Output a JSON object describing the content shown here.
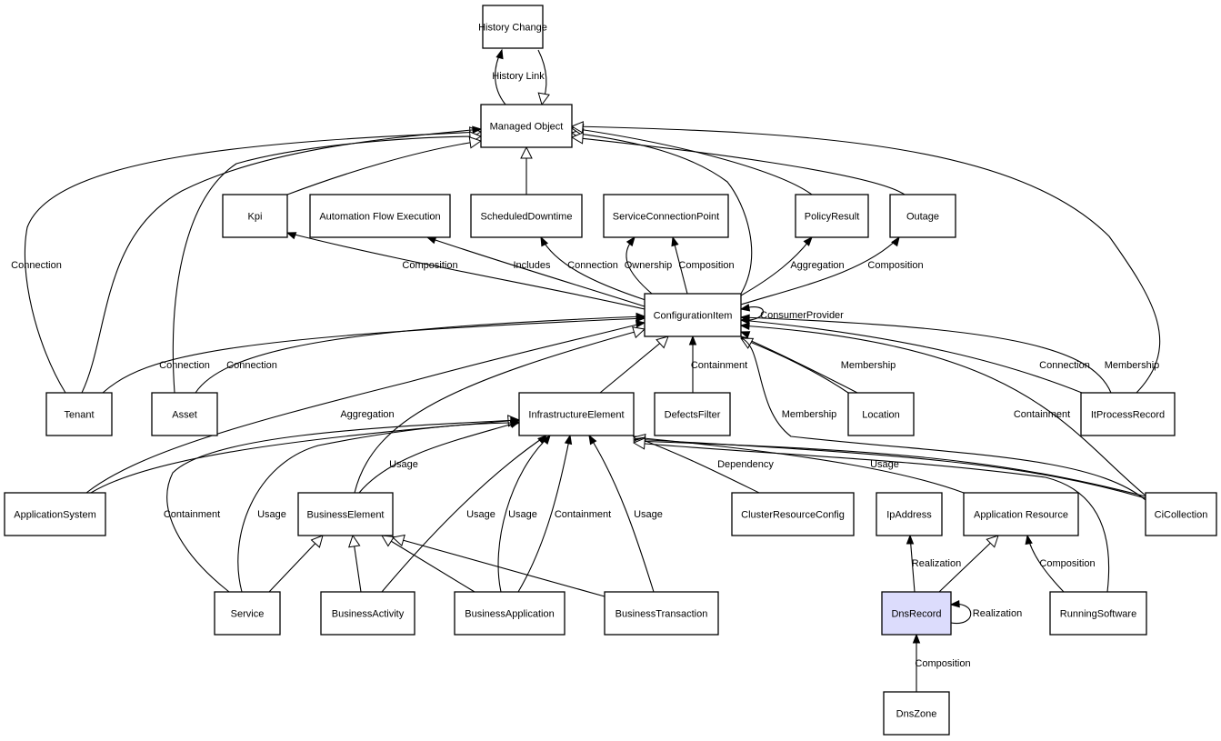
{
  "diagram": {
    "highlight_color": "#dcdcfc",
    "nodes": [
      {
        "id": "history_change",
        "label": "History Change"
      },
      {
        "id": "managed_object",
        "label": "Managed Object"
      },
      {
        "id": "kpi",
        "label": "Kpi"
      },
      {
        "id": "automation_flow_execution",
        "label": "Automation Flow Execution"
      },
      {
        "id": "scheduled_downtime",
        "label": "ScheduledDowntime"
      },
      {
        "id": "service_connection_point",
        "label": "ServiceConnectionPoint"
      },
      {
        "id": "policy_result",
        "label": "PolicyResult"
      },
      {
        "id": "outage",
        "label": "Outage"
      },
      {
        "id": "configuration_item",
        "label": "ConfigurationItem"
      },
      {
        "id": "tenant",
        "label": "Tenant"
      },
      {
        "id": "asset",
        "label": "Asset"
      },
      {
        "id": "infrastructure_element",
        "label": "InfrastructureElement"
      },
      {
        "id": "defects_filter",
        "label": "DefectsFilter"
      },
      {
        "id": "location",
        "label": "Location"
      },
      {
        "id": "it_process_record",
        "label": "ItProcessRecord"
      },
      {
        "id": "application_system",
        "label": "ApplicationSystem"
      },
      {
        "id": "business_element",
        "label": "BusinessElement"
      },
      {
        "id": "cluster_resource_config",
        "label": "ClusterResourceConfig"
      },
      {
        "id": "ip_address",
        "label": "IpAddress"
      },
      {
        "id": "application_resource",
        "label": "Application Resource"
      },
      {
        "id": "ci_collection",
        "label": "CiCollection"
      },
      {
        "id": "service",
        "label": "Service"
      },
      {
        "id": "business_activity",
        "label": "BusinessActivity"
      },
      {
        "id": "business_application",
        "label": "BusinessApplication"
      },
      {
        "id": "business_transaction",
        "label": "BusinessTransaction"
      },
      {
        "id": "dns_record",
        "label": "DnsRecord",
        "highlighted": true
      },
      {
        "id": "running_software",
        "label": "RunningSoftware"
      },
      {
        "id": "dns_zone",
        "label": "DnsZone"
      }
    ],
    "edges": [
      {
        "from": "managed_object",
        "to": "history_change",
        "label": "History Link",
        "type": "association"
      },
      {
        "from": "history_change",
        "to": "managed_object",
        "label": "",
        "type": "inheritance"
      },
      {
        "from": "tenant",
        "to": "managed_object",
        "label": "",
        "type": "inheritance"
      },
      {
        "from": "asset",
        "to": "managed_object",
        "label": "",
        "type": "inheritance"
      },
      {
        "from": "kpi",
        "to": "managed_object",
        "label": "",
        "type": "inheritance"
      },
      {
        "from": "scheduled_downtime",
        "to": "managed_object",
        "label": "",
        "type": "inheritance"
      },
      {
        "from": "configuration_item",
        "to": "managed_object",
        "label": "",
        "type": "inheritance"
      },
      {
        "from": "policy_result",
        "to": "managed_object",
        "label": "",
        "type": "inheritance"
      },
      {
        "from": "outage",
        "to": "managed_object",
        "label": "",
        "type": "inheritance"
      },
      {
        "from": "it_process_record",
        "to": "managed_object",
        "label": "",
        "type": "inheritance"
      },
      {
        "from": "tenant",
        "to": "managed_object",
        "label": "Connection",
        "type": "association"
      },
      {
        "from": "configuration_item",
        "to": "kpi",
        "label": "Composition",
        "type": "association"
      },
      {
        "from": "configuration_item",
        "to": "automation_flow_execution",
        "label": "Includes",
        "type": "association"
      },
      {
        "from": "configuration_item",
        "to": "scheduled_downtime",
        "label": "Connection",
        "type": "association"
      },
      {
        "from": "configuration_item",
        "to": "service_connection_point",
        "label": "Ownership",
        "type": "association"
      },
      {
        "from": "configuration_item",
        "to": "service_connection_point",
        "label": "Composition",
        "type": "association"
      },
      {
        "from": "configuration_item",
        "to": "policy_result",
        "label": "Aggregation",
        "type": "association"
      },
      {
        "from": "configuration_item",
        "to": "outage",
        "label": "Composition",
        "type": "association"
      },
      {
        "from": "configuration_item",
        "to": "configuration_item",
        "label": "ConsumerProvider",
        "type": "association"
      },
      {
        "from": "tenant",
        "to": "configuration_item",
        "label": "Connection",
        "type": "association"
      },
      {
        "from": "asset",
        "to": "configuration_item",
        "label": "Connection",
        "type": "association"
      },
      {
        "from": "application_system",
        "to": "configuration_item",
        "label": "Aggregation",
        "type": "association"
      },
      {
        "from": "infrastructure_element",
        "to": "configuration_item",
        "label": "",
        "type": "inheritance"
      },
      {
        "from": "business_element",
        "to": "configuration_item",
        "label": "",
        "type": "inheritance"
      },
      {
        "from": "defects_filter",
        "to": "configuration_item",
        "label": "Containment",
        "type": "association"
      },
      {
        "from": "location",
        "to": "configuration_item",
        "label": "Membership",
        "type": "association"
      },
      {
        "from": "location",
        "to": "configuration_item",
        "label": "",
        "type": "inheritance"
      },
      {
        "from": "ci_collection",
        "to": "configuration_item",
        "label": "Membership",
        "type": "association"
      },
      {
        "from": "ci_collection",
        "to": "configuration_item",
        "label": "Containment",
        "type": "association"
      },
      {
        "from": "it_process_record",
        "to": "configuration_item",
        "label": "Connection",
        "type": "association"
      },
      {
        "from": "it_process_record",
        "to": "configuration_item",
        "label": "Membership",
        "type": "association"
      },
      {
        "from": "application_system",
        "to": "infrastructure_element",
        "label": "",
        "type": "inheritance"
      },
      {
        "from": "service",
        "to": "infrastructure_element",
        "label": "Containment",
        "type": "association"
      },
      {
        "from": "service",
        "to": "infrastructure_element",
        "label": "Usage",
        "type": "association"
      },
      {
        "from": "business_element",
        "to": "infrastructure_element",
        "label": "Usage",
        "type": "association"
      },
      {
        "from": "business_activity",
        "to": "infrastructure_element",
        "label": "Usage",
        "type": "association"
      },
      {
        "from": "business_application",
        "to": "infrastructure_element",
        "label": "Usage",
        "type": "association"
      },
      {
        "from": "business_application",
        "to": "infrastructure_element",
        "label": "Containment",
        "type": "association"
      },
      {
        "from": "business_transaction",
        "to": "infrastructure_element",
        "label": "Usage",
        "type": "association"
      },
      {
        "from": "cluster_resource_config",
        "to": "infrastructure_element",
        "label": "Dependency",
        "type": "association"
      },
      {
        "from": "application_resource",
        "to": "infrastructure_element",
        "label": "",
        "type": "inheritance"
      },
      {
        "from": "ci_collection",
        "to": "infrastructure_element",
        "label": "Usage",
        "type": "association"
      },
      {
        "from": "ci_collection",
        "to": "infrastructure_element",
        "label": "",
        "type": "inheritance"
      },
      {
        "from": "running_software",
        "to": "infrastructure_element",
        "label": "",
        "type": "inheritance"
      },
      {
        "from": "service",
        "to": "business_element",
        "label": "",
        "type": "inheritance"
      },
      {
        "from": "business_activity",
        "to": "business_element",
        "label": "",
        "type": "inheritance"
      },
      {
        "from": "business_application",
        "to": "business_element",
        "label": "",
        "type": "inheritance"
      },
      {
        "from": "business_transaction",
        "to": "business_element",
        "label": "",
        "type": "inheritance"
      },
      {
        "from": "dns_record",
        "to": "ip_address",
        "label": "Realization",
        "type": "association"
      },
      {
        "from": "dns_record",
        "to": "application_resource",
        "label": "",
        "type": "inheritance"
      },
      {
        "from": "running_software",
        "to": "application_resource",
        "label": "Composition",
        "type": "association"
      },
      {
        "from": "dns_record",
        "to": "dns_record",
        "label": "Realization",
        "type": "association"
      },
      {
        "from": "dns_zone",
        "to": "dns_record",
        "label": "Composition",
        "type": "association"
      }
    ]
  }
}
